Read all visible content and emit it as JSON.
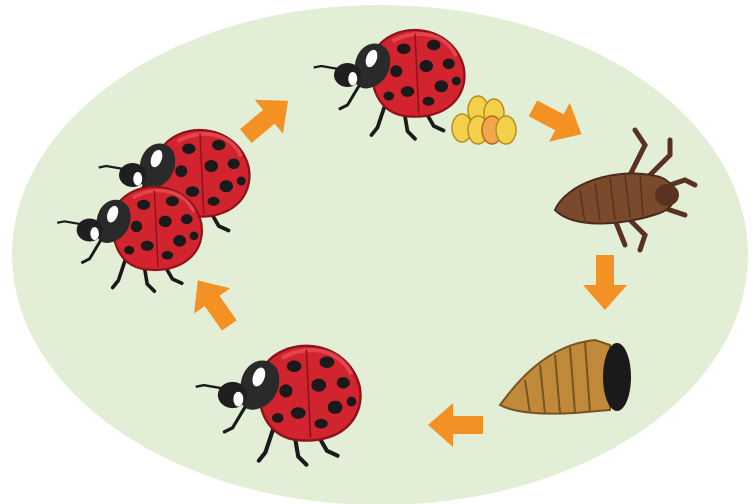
{
  "diagram": {
    "colors": {
      "background": "#ffffff",
      "ellipse": "#e2eed5",
      "arrow": "#f39124",
      "ladybug_red": "#d2242f",
      "ladybug_spot": "#1a1a1a",
      "ladybug_head": "#2a2a2a",
      "egg_yellow": "#f3d04a",
      "egg_orange": "#f2a54a",
      "larva": "#7b4a2d",
      "pupa": "#c08a3a"
    },
    "stages": [
      {
        "id": "adult",
        "icon": "ladybug-icon"
      },
      {
        "id": "eggs",
        "icon": "egg-cluster-icon"
      },
      {
        "id": "larva",
        "icon": "larva-icon"
      },
      {
        "id": "pupa",
        "icon": "pupa-icon"
      },
      {
        "id": "emerging-adult",
        "icon": "ladybug-icon"
      },
      {
        "id": "mating-pair",
        "icon": "ladybug-pair-icon"
      }
    ]
  }
}
